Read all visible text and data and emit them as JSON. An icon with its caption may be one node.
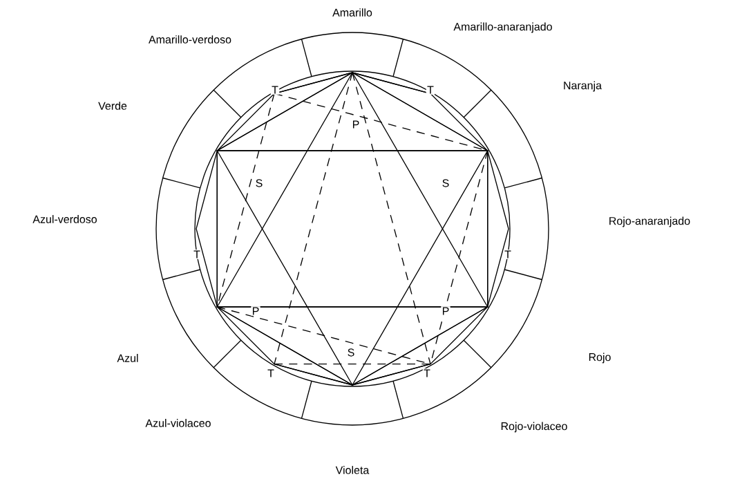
{
  "diagram": {
    "labels": [
      "Amarillo",
      "Amarillo-anaranjado",
      "Naranja",
      "Rojo-anaranjado",
      "Rojo",
      "Rojo-violaceo",
      "Violeta",
      "Azul-violaceo",
      "Azul",
      "Azul-verdoso",
      "Verde",
      "Amarillo-verdoso",
      "T",
      "P",
      "T",
      "S",
      "S",
      "T",
      "T",
      "P",
      "P",
      "S",
      "T",
      "T"
    ]
  }
}
